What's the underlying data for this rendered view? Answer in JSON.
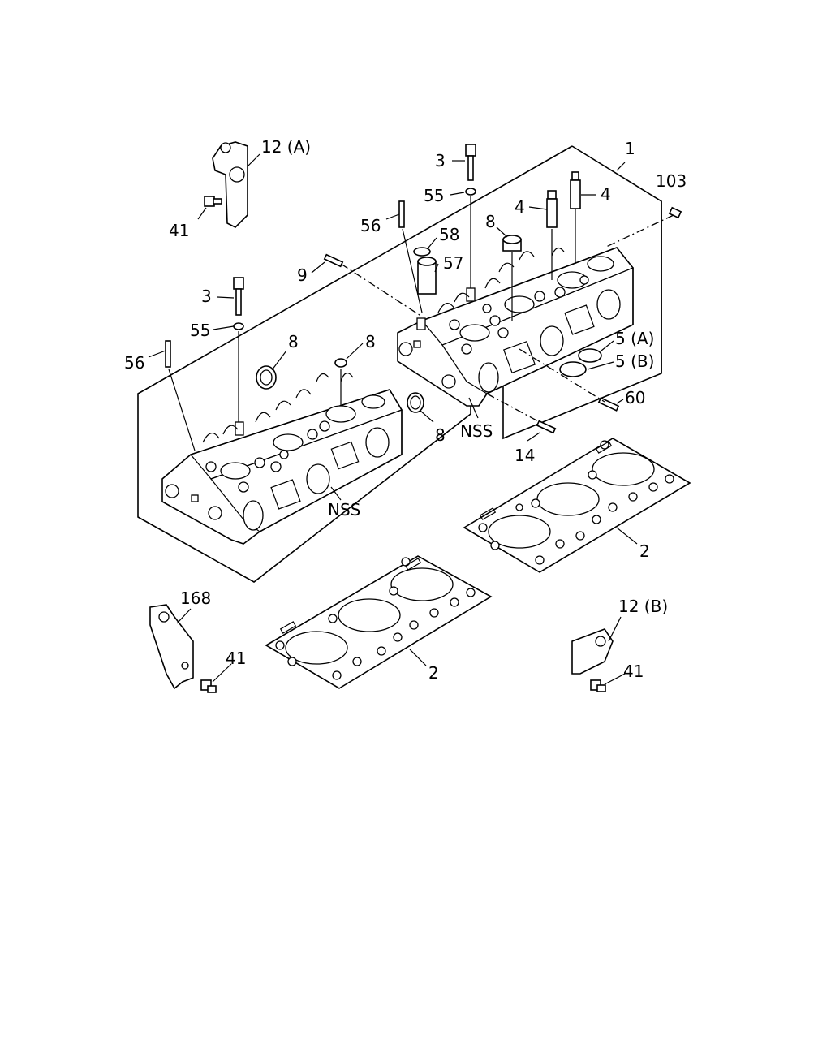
{
  "labels": {
    "l_1": "1",
    "l_103": "103",
    "l_3_top": "3",
    "l_55_top": "55",
    "l_4_a": "4",
    "l_4_b": "4",
    "l_56_top": "56",
    "l_58": "58",
    "l_8_top": "8",
    "l_57": "57",
    "l_9": "9",
    "l_12a": "12 (A)",
    "l_41_top": "41",
    "l_3_left": "3",
    "l_55_left": "55",
    "l_56_left": "56",
    "l_8_left": "8",
    "l_8_mid": "8",
    "l_8_bot": "8",
    "l_5a": "5 (A)",
    "l_5b": "5 (B)",
    "l_60": "60",
    "l_nss_right": "NSS",
    "l_14": "14",
    "l_nss_left": "NSS",
    "l_2_right": "2",
    "l_2_left": "2",
    "l_168": "168",
    "l_41_left": "41",
    "l_12b": "12 (B)",
    "l_41_right": "41"
  }
}
